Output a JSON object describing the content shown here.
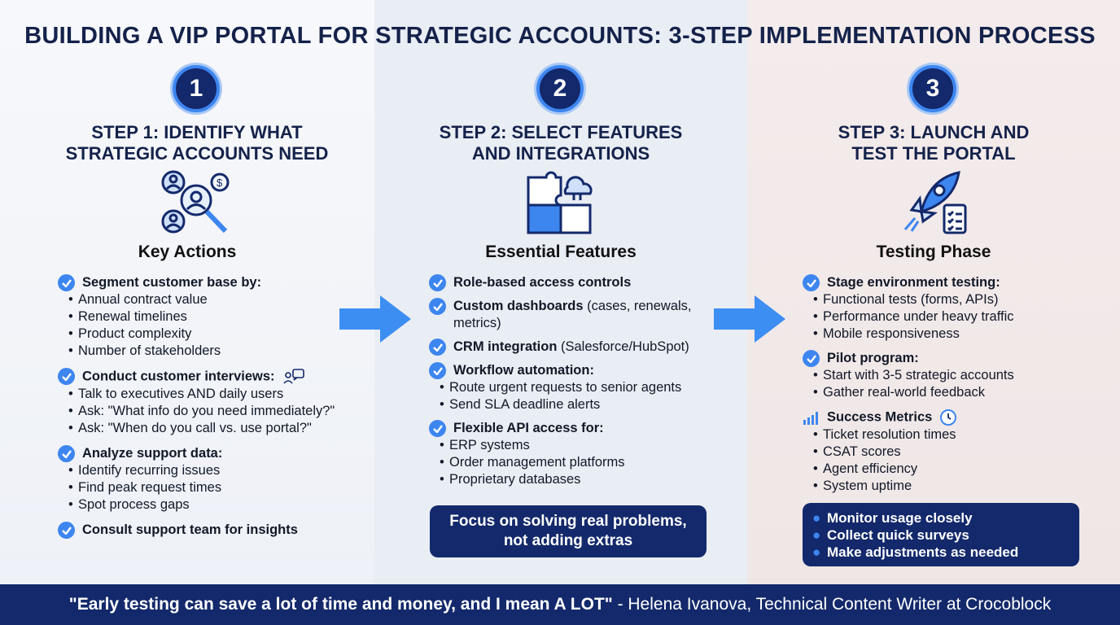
{
  "title": "BUILDING A VIP PORTAL FOR STRATEGIC ACCOUNTS: 3-STEP IMPLEMENTATION PROCESS",
  "steps": [
    {
      "number": "1",
      "title_line1": "STEP 1: IDENTIFY WHAT",
      "title_line2": "STRATEGIC ACCOUNTS NEED",
      "icon": "people-search-icon",
      "section": "Key Actions",
      "items": [
        {
          "head": "Segment customer base by:",
          "subs": [
            "Annual contract value",
            "Renewal timelines",
            "Product complexity",
            "Number of stakeholders"
          ]
        },
        {
          "head": "Conduct customer interviews:",
          "subs": [
            "Talk to executives AND daily users",
            "Ask: \"What info do you need immediately?\"",
            "Ask: \"When do you call vs. use portal?\""
          ]
        },
        {
          "head": "Analyze support data:",
          "subs": [
            "Identify recurring issues",
            "Find peak request times",
            "Spot process gaps"
          ]
        },
        {
          "head": "Consult support team for insights",
          "subs": []
        }
      ]
    },
    {
      "number": "2",
      "title_line1": "STEP 2: SELECT FEATURES",
      "title_line2": "AND INTEGRATIONS",
      "icon": "puzzle-cloud-icon",
      "section": "Essential Features",
      "items": [
        {
          "head": "Role-based access controls",
          "rest": "",
          "subs": []
        },
        {
          "head": "Custom dashboards",
          "rest": " (cases, renewals, metrics)",
          "subs": []
        },
        {
          "head": "CRM integration",
          "rest": " (Salesforce/HubSpot)",
          "subs": []
        },
        {
          "head": "Workflow automation:",
          "rest": "",
          "subs": [
            "Route urgent requests to senior agents",
            "Send SLA deadline alerts"
          ]
        },
        {
          "head": "Flexible API access for:",
          "rest": "",
          "subs": [
            "ERP systems",
            "Order management platforms",
            "Proprietary databases"
          ]
        }
      ],
      "callout_line1": "Focus on solving real problems,",
      "callout_line2": "not adding extras"
    },
    {
      "number": "3",
      "title_line1": "STEP 3: LAUNCH AND",
      "title_line2": "TEST THE PORTAL",
      "icon": "rocket-checklist-icon",
      "section": "Testing Phase",
      "items": [
        {
          "head": "Stage environment testing:",
          "subs": [
            "Functional tests (forms, APIs)",
            "Performance under heavy traffic",
            "Mobile responsiveness"
          ]
        },
        {
          "head": "Pilot program:",
          "subs": [
            "Start with 3-5 strategic accounts",
            "Gather real-world feedback"
          ]
        },
        {
          "head": "Success Metrics",
          "subs": [
            "Ticket resolution times",
            "CSAT scores",
            "Agent efficiency",
            "System uptime"
          ]
        }
      ],
      "callout_items": [
        "Monitor usage closely",
        "Collect quick surveys",
        "Make adjustments as needed"
      ]
    }
  ],
  "footer": {
    "quote": "\"Early testing can save a lot of time and money, and I mean A LOT\"",
    "attribution": " - Helena Ivanova, Technical Content Writer at Crocoblock"
  },
  "colors": {
    "navy": "#13296b",
    "accent": "#3d86f0",
    "arrow": "#3d8ef2"
  }
}
